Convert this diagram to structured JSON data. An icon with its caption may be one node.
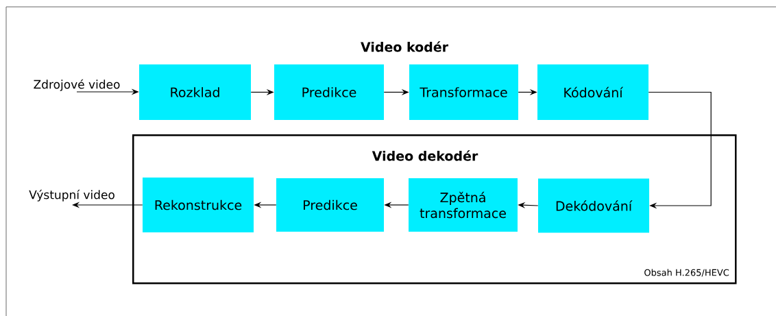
{
  "diagram": {
    "nodes": [
      {
        "text": [
          "Zdrojové video"
        ]
      },
      {
        "text": [
          "Rozklad"
        ]
      },
      {
        "text": [
          "Predikce"
        ]
      },
      {
        "text": [
          "Transformace"
        ]
      },
      {
        "text": [
          "Kódování"
        ]
      },
      {
        "text": [
          "Video dekodér",
          "Obsah H.265/HEVC"
        ]
      },
      {
        "text": [
          "Dekódování"
        ],
        "in": 5
      },
      {
        "text": [
          "Zpětná transformace"
        ],
        "in": 5
      },
      {
        "text": [
          "Predikce"
        ],
        "in": 5
      },
      {
        "text": [
          "Rekonstrukce"
        ],
        "in": 5
      },
      {
        "text": [
          "Výstupní video"
        ]
      }
    ],
    "edges": [
      {
        "from": 0,
        "to": 1,
        "arrow": "to"
      },
      {
        "from": 1,
        "to": 2,
        "arrow": "to"
      },
      {
        "from": 2,
        "to": 3,
        "arrow": "to"
      },
      {
        "from": 3,
        "to": 4,
        "arrow": "to"
      },
      {
        "from": 4,
        "to": 6,
        "arrow": "to"
      },
      {
        "from": 6,
        "to": 7,
        "arrow": "to"
      },
      {
        "from": 7,
        "to": 8,
        "arrow": "to"
      },
      {
        "from": 8,
        "to": 9,
        "arrow": "to"
      },
      {
        "from": 9,
        "to": 10,
        "arrow": "to"
      }
    ],
    "labels": [
      "Video kodér"
    ]
  }
}
